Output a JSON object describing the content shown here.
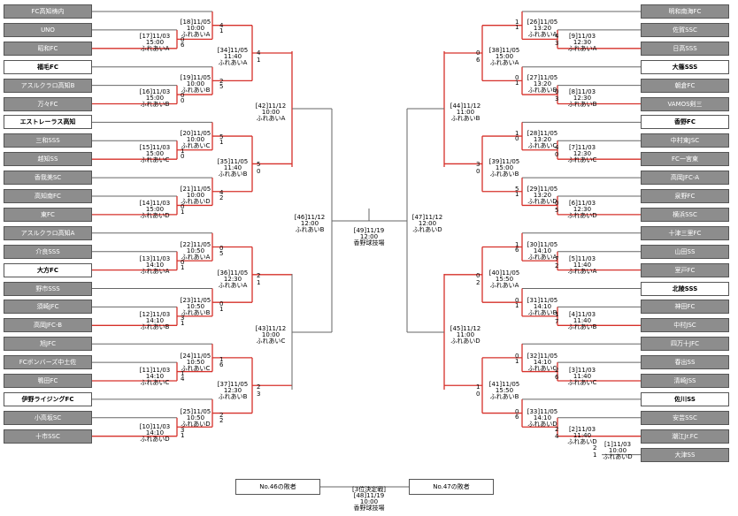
{
  "left_teams": [
    {
      "name": "FC高知梼内",
      "style": "g"
    },
    {
      "name": "UNO",
      "style": "g"
    },
    {
      "name": "昭和FC",
      "style": "g"
    },
    {
      "name": "福毛FC",
      "style": "w"
    },
    {
      "name": "アスルクラロ高知B",
      "style": "g"
    },
    {
      "name": "万々FC",
      "style": "g"
    },
    {
      "name": "エストレーラス高知",
      "style": "w"
    },
    {
      "name": "三和SSS",
      "style": "g"
    },
    {
      "name": "越知SS",
      "style": "g"
    },
    {
      "name": "香我美SC",
      "style": "g"
    },
    {
      "name": "高知南FC",
      "style": "g"
    },
    {
      "name": "東FC",
      "style": "g"
    },
    {
      "name": "アスルクラロ高知A",
      "style": "g"
    },
    {
      "name": "介良SSS",
      "style": "g"
    },
    {
      "name": "大方FC",
      "style": "w"
    },
    {
      "name": "野市SSS",
      "style": "g"
    },
    {
      "name": "須崎JFC",
      "style": "g"
    },
    {
      "name": "高岡JFC-B",
      "style": "g"
    },
    {
      "name": "旭JFC",
      "style": "g"
    },
    {
      "name": "FCボンバーズ中土佐",
      "style": "g"
    },
    {
      "name": "鴨田FC",
      "style": "g"
    },
    {
      "name": "伊野ライジングFC",
      "style": "w"
    },
    {
      "name": "小高坂SC",
      "style": "g"
    },
    {
      "name": "十市SSC",
      "style": "g"
    }
  ],
  "right_teams": [
    {
      "name": "明和南海FC",
      "style": "g"
    },
    {
      "name": "佐賀SSC",
      "style": "g"
    },
    {
      "name": "日高SSS",
      "style": "g"
    },
    {
      "name": "大篠SSS",
      "style": "w"
    },
    {
      "name": "朝倉FC",
      "style": "g"
    },
    {
      "name": "VAMOS剣三",
      "style": "g"
    },
    {
      "name": "香野FC",
      "style": "w"
    },
    {
      "name": "中村東JSC",
      "style": "g"
    },
    {
      "name": "FC一宮東",
      "style": "g"
    },
    {
      "name": "高岡JFC-A",
      "style": "g"
    },
    {
      "name": "泉野FC",
      "style": "g"
    },
    {
      "name": "横浜SSC",
      "style": "g"
    },
    {
      "name": "十津三里FC",
      "style": "g"
    },
    {
      "name": "山田SS",
      "style": "g"
    },
    {
      "name": "室戸FC",
      "style": "g"
    },
    {
      "name": "北陵SSS",
      "style": "w"
    },
    {
      "name": "神田FC",
      "style": "g"
    },
    {
      "name": "中村JSC",
      "style": "g"
    },
    {
      "name": "四万十JFC",
      "style": "g"
    },
    {
      "name": "春出SS",
      "style": "g"
    },
    {
      "name": "清崎JSS",
      "style": "g"
    },
    {
      "name": "佐川SS",
      "style": "w"
    },
    {
      "name": "安芸SSC",
      "style": "g"
    },
    {
      "name": "潮江Jr.FC",
      "style": "g"
    },
    {
      "name": "大津SS",
      "style": "g"
    }
  ],
  "match_info": [
    {
      "id": "m18",
      "lines": [
        "[18]11/05",
        "10:00",
        "ふれあいA"
      ]
    },
    {
      "id": "m17",
      "lines": [
        "[17]11/03",
        "15:00",
        "ふれあいA"
      ]
    },
    {
      "id": "m19",
      "lines": [
        "[19]11/05",
        "10:00",
        "ふれあいB"
      ]
    },
    {
      "id": "m16",
      "lines": [
        "[16]11/03",
        "15:00",
        "ふれあいB"
      ]
    },
    {
      "id": "m20",
      "lines": [
        "[20]11/05",
        "10:00",
        "ふれあいC"
      ]
    },
    {
      "id": "m15",
      "lines": [
        "[15]11/03",
        "15:00",
        "ふれあいC"
      ]
    },
    {
      "id": "m21",
      "lines": [
        "[21]11/05",
        "10:00",
        "ふれあいD"
      ]
    },
    {
      "id": "m14",
      "lines": [
        "[14]11/03",
        "15:00",
        "ふれあいD"
      ]
    },
    {
      "id": "m22",
      "lines": [
        "[22]11/05",
        "10:50",
        "ふれあいA"
      ]
    },
    {
      "id": "m13",
      "lines": [
        "[13]11/03",
        "14:10",
        "ふれあいA"
      ]
    },
    {
      "id": "m23",
      "lines": [
        "[23]11/05",
        "10:50",
        "ふれあいB"
      ]
    },
    {
      "id": "m12",
      "lines": [
        "[12]11/03",
        "14:10",
        "ふれあいB"
      ]
    },
    {
      "id": "m24",
      "lines": [
        "[24]11/05",
        "10:50",
        "ふれあいC"
      ]
    },
    {
      "id": "m11",
      "lines": [
        "[11]11/03",
        "14:10",
        "ふれあいC"
      ]
    },
    {
      "id": "m25",
      "lines": [
        "[25]11/05",
        "10:50",
        "ふれあいD"
      ]
    },
    {
      "id": "m10",
      "lines": [
        "[10]11/03",
        "14:10",
        "ふれあいD"
      ]
    },
    {
      "id": "m34",
      "lines": [
        "[34]11/05",
        "11:40",
        "ふれあいA"
      ]
    },
    {
      "id": "m35",
      "lines": [
        "[35]11/05",
        "11:40",
        "ふれあいB"
      ]
    },
    {
      "id": "m36",
      "lines": [
        "[36]11/05",
        "12:30",
        "ふれあいA"
      ]
    },
    {
      "id": "m37",
      "lines": [
        "[37]11/05",
        "12:30",
        "ふれあいB"
      ]
    },
    {
      "id": "m42",
      "lines": [
        "[42]11/12",
        "10:00",
        "ふれあいA"
      ]
    },
    {
      "id": "m43",
      "lines": [
        "[43]11/12",
        "10:00",
        "ふれあいC"
      ]
    },
    {
      "id": "m46",
      "lines": [
        "[46]11/12",
        "12:00",
        "ふれあいB"
      ]
    },
    {
      "id": "m49",
      "lines": [
        "[49]11/19",
        "12:00",
        "香野球技場"
      ]
    },
    {
      "id": "m47",
      "lines": [
        "[47]11/12",
        "12:00",
        "ふれあいD"
      ]
    },
    {
      "id": "m44",
      "lines": [
        "[44]11/12",
        "11:00",
        "ふれあいB"
      ]
    },
    {
      "id": "m45",
      "lines": [
        "[45]11/12",
        "11:00",
        "ふれあいD"
      ]
    },
    {
      "id": "m26",
      "lines": [
        "[26]11/05",
        "13:20",
        "ふれあいA"
      ]
    },
    {
      "id": "m9",
      "lines": [
        "[9]11/03",
        "12:30",
        "ふれあいA"
      ]
    },
    {
      "id": "m27",
      "lines": [
        "[27]11/05",
        "13:20",
        "ふれあいB"
      ]
    },
    {
      "id": "m8",
      "lines": [
        "[8]11/03",
        "12:30",
        "ふれあいB"
      ]
    },
    {
      "id": "m28",
      "lines": [
        "[28]11/05",
        "13:20",
        "ふれあいC"
      ]
    },
    {
      "id": "m7",
      "lines": [
        "[7]11/03",
        "12:30",
        "ふれあいC"
      ]
    },
    {
      "id": "m29",
      "lines": [
        "[29]11/05",
        "13:20",
        "ふれあいD"
      ]
    },
    {
      "id": "m6",
      "lines": [
        "[6]11/03",
        "12:30",
        "ふれあいD"
      ]
    },
    {
      "id": "m30",
      "lines": [
        "[30]11/05",
        "14:10",
        "ふれあいA"
      ]
    },
    {
      "id": "m5",
      "lines": [
        "[5]11/03",
        "11:40",
        "ふれあいA"
      ]
    },
    {
      "id": "m31",
      "lines": [
        "[31]11/05",
        "14:10",
        "ふれあいB"
      ]
    },
    {
      "id": "m4",
      "lines": [
        "[4]11/03",
        "11:40",
        "ふれあいB"
      ]
    },
    {
      "id": "m32",
      "lines": [
        "[32]11/05",
        "14:10",
        "ふれあいC"
      ]
    },
    {
      "id": "m3",
      "lines": [
        "[3]11/03",
        "11:40",
        "ふれあいC"
      ]
    },
    {
      "id": "m33",
      "lines": [
        "[33]11/05",
        "14:10",
        "ふれあいD"
      ]
    },
    {
      "id": "m2",
      "lines": [
        "[2]11/03",
        "11:40",
        "ふれあいD"
      ]
    },
    {
      "id": "m1",
      "lines": [
        "[1]11/03",
        "10:00",
        "ふれあいD"
      ]
    },
    {
      "id": "m38",
      "lines": [
        "[38]11/05",
        "15:00",
        "ふれあいA"
      ]
    },
    {
      "id": "m39",
      "lines": [
        "[39]11/05",
        "15:00",
        "ふれあいB"
      ]
    },
    {
      "id": "m40",
      "lines": [
        "[40]11/05",
        "15:50",
        "ふれあいA"
      ]
    },
    {
      "id": "m41",
      "lines": [
        "[41]11/05",
        "15:50",
        "ふれあいB"
      ]
    },
    {
      "id": "m48",
      "lines": [
        "[3位決定戦]",
        "[48]11/19",
        "10:00",
        "香野球技場"
      ]
    }
  ],
  "scores": [
    "4",
    "1",
    "0",
    "6",
    "2",
    "5",
    "0",
    "0",
    "5",
    "1",
    "1",
    "0",
    "4",
    "2",
    "0",
    "1",
    "0",
    "5",
    "0",
    "1",
    "0",
    "1",
    "3",
    "1",
    "1",
    "6",
    "1",
    "4",
    "2",
    "2",
    "3",
    "1",
    "4",
    "1",
    "5",
    "0",
    "2",
    "1",
    "2",
    "3",
    "1",
    "1",
    "4",
    "3",
    "0",
    "1",
    "0",
    "3",
    "1",
    "0",
    "4",
    "0",
    "5",
    "1",
    "0",
    "5",
    "1",
    "6",
    "7",
    "2",
    "0",
    "1",
    "1",
    "7",
    "0",
    "1",
    "2",
    "6",
    "0",
    "6",
    "2",
    "4",
    "2",
    "1",
    "0",
    "6",
    "3",
    "0",
    "0",
    "2",
    "1",
    "0"
  ],
  "loser_boxes": [
    "No.46の敗者",
    "No.47の敗者"
  ]
}
